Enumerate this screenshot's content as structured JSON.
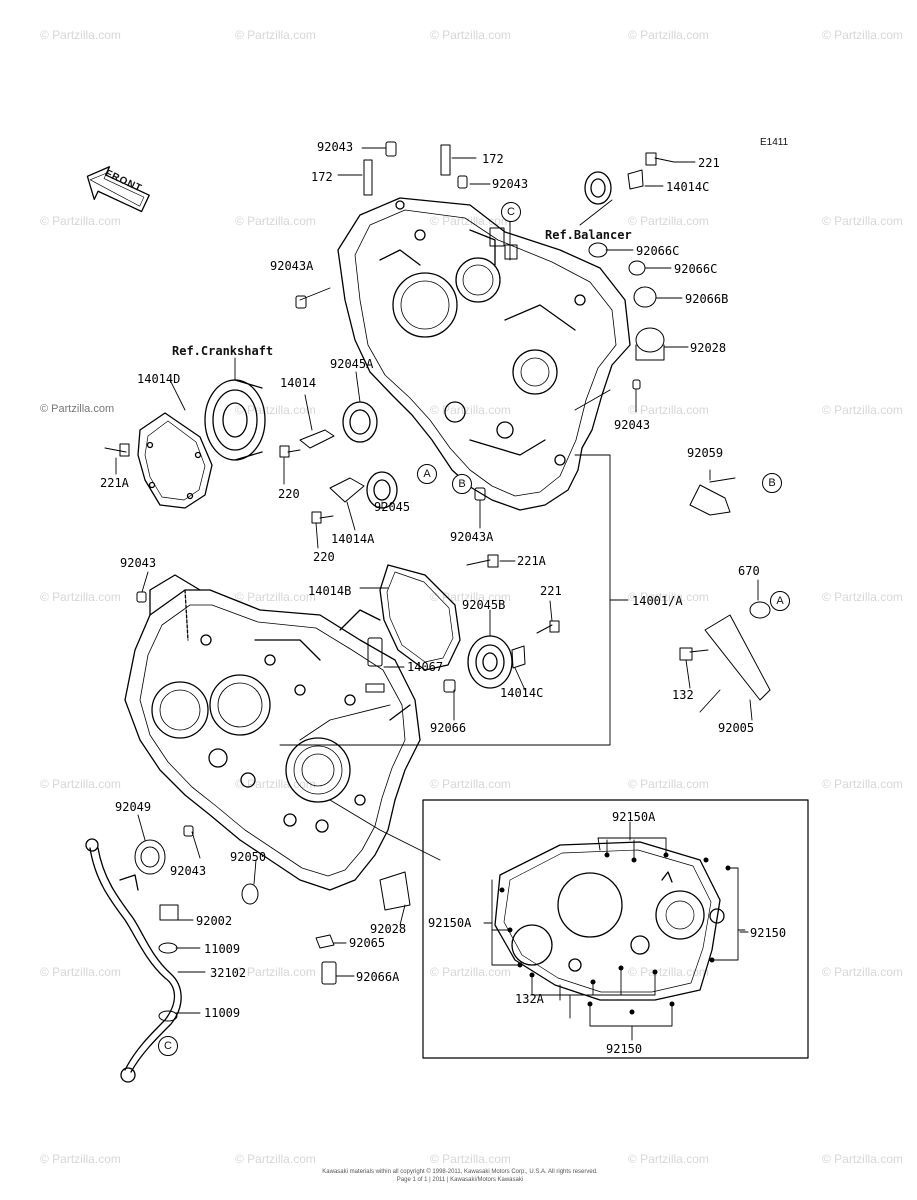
{
  "diagram": {
    "code": "E1411",
    "front_label": "FRONT",
    "references": {
      "balancer": "Ref.Balancer",
      "crankshaft": "Ref.Crankshaft"
    },
    "part_labels": [
      "92043",
      "172",
      "172",
      "92043",
      "221",
      "14014C",
      "92043A",
      "92066C",
      "92066C",
      "92066B",
      "92028",
      "92043",
      "14014D",
      "14014",
      "92045A",
      "221A",
      "220",
      "92045",
      "14014A",
      "220",
      "92043A",
      "92059",
      "92043",
      "221A",
      "14014B",
      "92045B",
      "221",
      "14001/A",
      "670",
      "14067",
      "14014C",
      "92066",
      "132",
      "92005",
      "92049",
      "92043",
      "92050",
      "92002",
      "11009",
      "32102",
      "11009",
      "92028",
      "92065",
      "92066A",
      "92150A",
      "92150A",
      "92150",
      "132A",
      "92150"
    ],
    "callouts": [
      "C",
      "A",
      "B",
      "B",
      "A",
      "C"
    ],
    "copyright": [
      "Kawasaki materials within all copyright © 1998-2011, Kawasaki Motors Corp., U.S.A. All rights reserved.",
      "Page 1 of 1 | 2011 | Kawasaki/Motors Kawasaki"
    ]
  },
  "watermark": {
    "text": "© Partzilla.com",
    "emphasized_text": "© Partzilla.com"
  }
}
